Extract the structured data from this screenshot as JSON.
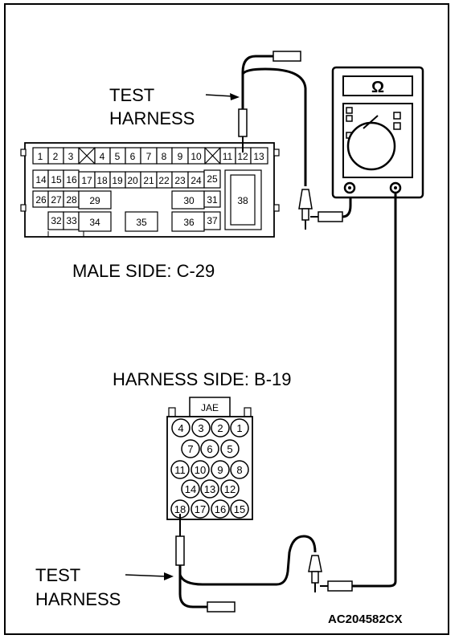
{
  "labels": {
    "test_harness_top_line1": "TEST",
    "test_harness_top_line2": "HARNESS",
    "male_side": "MALE SIDE: C-29",
    "harness_side": "HARNESS SIDE: B-19",
    "jae": "JAE",
    "test_harness_bottom_line1": "TEST",
    "test_harness_bottom_line2": "HARNESS",
    "figure_code": "AC204582CX",
    "ohm_symbol": "Ω"
  },
  "connector_c29": {
    "row1": [
      "1",
      "2",
      "3",
      "4",
      "5",
      "6",
      "7",
      "8",
      "9",
      "10",
      "11",
      "12",
      "13"
    ],
    "row2": [
      "14",
      "15",
      "16",
      "17",
      "18",
      "19",
      "20",
      "21",
      "22",
      "23",
      "24",
      "25"
    ],
    "row3": [
      "26",
      "27",
      "28",
      "29",
      "30",
      "31",
      "38"
    ],
    "row4": [
      "32",
      "33",
      "34",
      "35",
      "36",
      "37"
    ]
  },
  "connector_b19": {
    "row1": [
      "4",
      "3",
      "2",
      "1"
    ],
    "row2": [
      "7",
      "6",
      "5"
    ],
    "row3": [
      "11",
      "10",
      "9",
      "8"
    ],
    "row4": [
      "14",
      "13",
      "12"
    ],
    "row5": [
      "18",
      "17",
      "16",
      "15"
    ]
  }
}
